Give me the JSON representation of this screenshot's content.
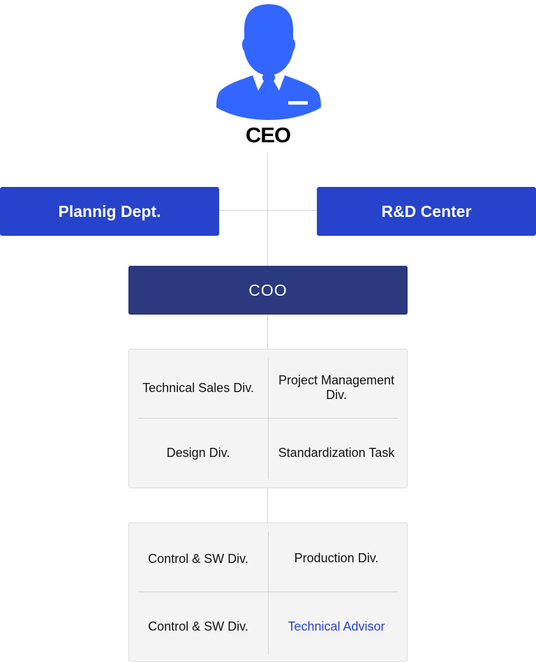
{
  "ceo": {
    "label": "CEO",
    "icon": "person-icon",
    "icon_color": "#3366ff"
  },
  "staff": [
    {
      "label": "Plannig Dept."
    },
    {
      "label": "R&D Center"
    }
  ],
  "coo": {
    "label": "COO"
  },
  "division_groups": [
    {
      "cells": [
        {
          "label": "Technical Sales Div."
        },
        {
          "label": "Project Management Div."
        },
        {
          "label": "Design Div."
        },
        {
          "label": "Standardization Task"
        }
      ]
    },
    {
      "cells": [
        {
          "label": "Control & SW Div."
        },
        {
          "label": "Production Div."
        },
        {
          "label": "Control & SW Div."
        },
        {
          "label": "Technical Advisor"
        }
      ]
    }
  ],
  "colors": {
    "staff_box": "#2743cc",
    "coo_box": "#2b397f",
    "highlight_text": "#2743cc",
    "panel_bg": "#f4f4f4"
  }
}
